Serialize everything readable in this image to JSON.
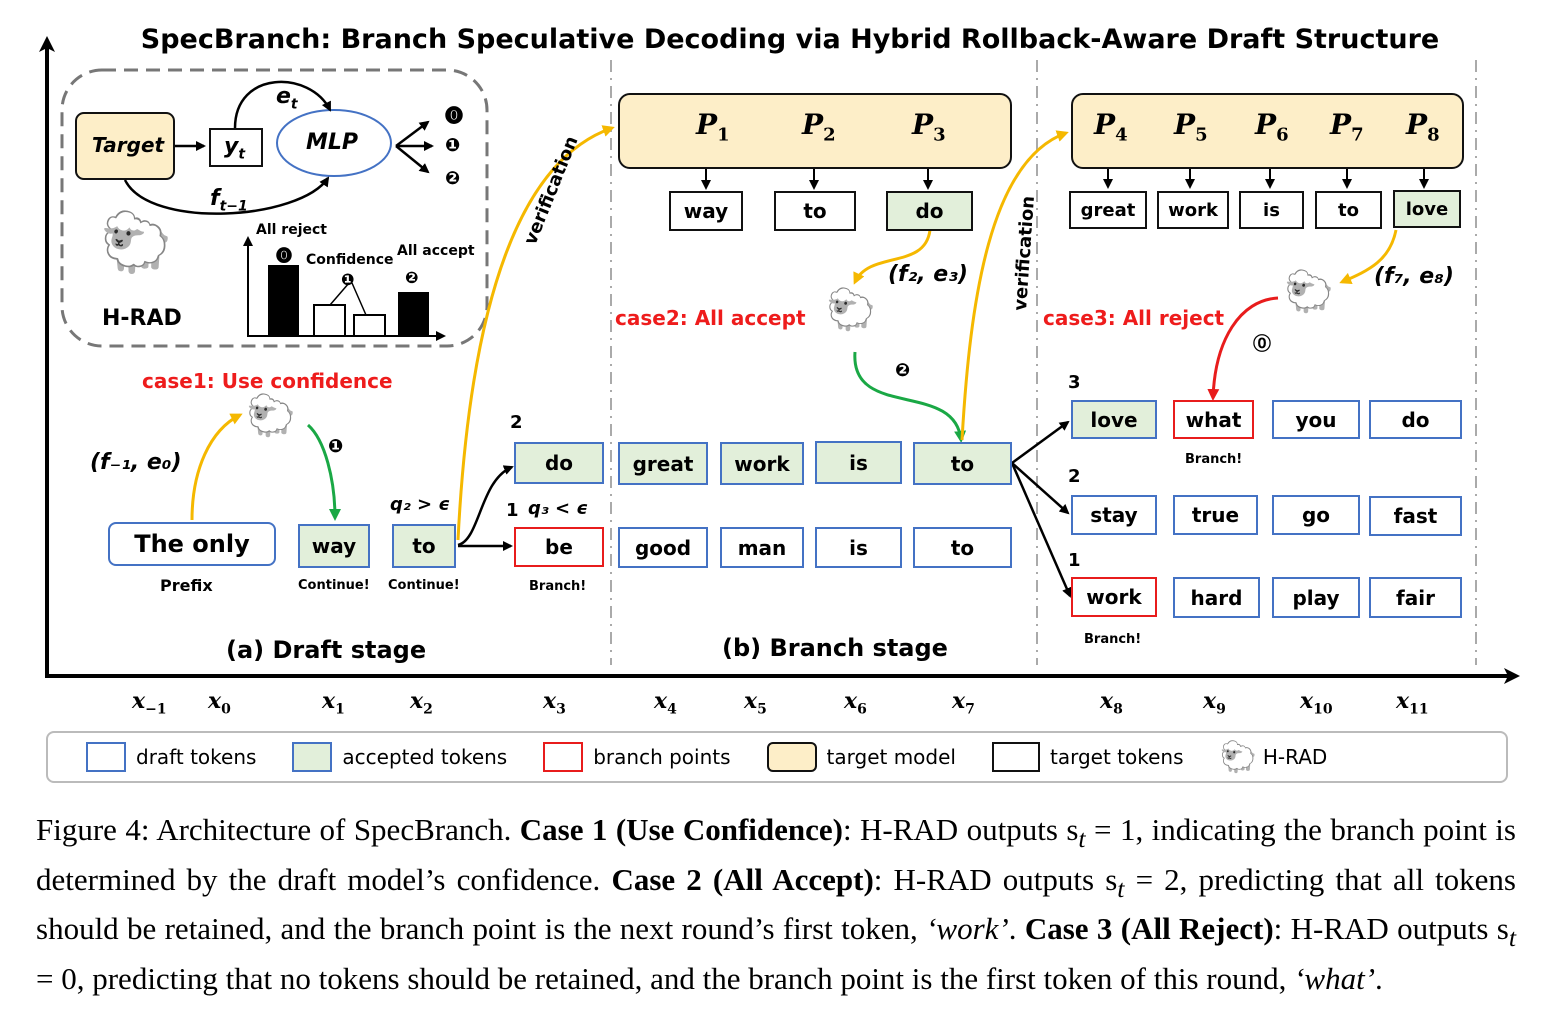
{
  "title": "SpecBranch: Branch Speculative Decoding via Hybrid Rollback-Aware Draft Structure",
  "hrad_module": {
    "target_label": "Target",
    "yt_label": "y",
    "yt_sub": "t",
    "mlp_label": "MLP",
    "et_label": "e",
    "et_sub": "t",
    "ft_label": "f",
    "ft_sub": "t−1",
    "outputs": [
      "⓿",
      "❶",
      "❷"
    ],
    "name": "H-RAD",
    "bar_labels": {
      "all_reject": "All reject",
      "confidence": "Confidence",
      "all_accept": "All accept"
    },
    "bar_markers": [
      "⓿",
      "❶",
      "❷"
    ]
  },
  "draft_stage": {
    "case_label": "case1: Use confidence",
    "input_label": "(f₋₁, e₀)",
    "marker": "❶",
    "prefix": {
      "text": "The only",
      "caption": "Prefix"
    },
    "tokens": [
      {
        "text": "way",
        "caption": "Continue!"
      },
      {
        "text": "to",
        "caption": "Continue!",
        "condition": "q₂ > ϵ"
      }
    ],
    "branches": [
      {
        "rank": "2",
        "text": "do"
      },
      {
        "rank": "1",
        "text": "be",
        "condition": "q₃ < ϵ",
        "caption": "Branch!"
      }
    ],
    "verification_label": "verification",
    "stage_label": "(a) Draft stage"
  },
  "branch_stage": {
    "target_probs": [
      {
        "p": "P",
        "sub": "1"
      },
      {
        "p": "P",
        "sub": "2"
      },
      {
        "p": "P",
        "sub": "3"
      }
    ],
    "target_tokens": [
      "way",
      "to",
      "do"
    ],
    "input_label": "(f₂, e₃)",
    "case_label": "case2: All accept",
    "marker": "❷",
    "row_accepted": [
      "great",
      "work",
      "is",
      "to"
    ],
    "row_draft": [
      "good",
      "man",
      "is",
      "to"
    ],
    "verification_label": "verification",
    "stage_label": "(b) Branch stage"
  },
  "reject_stage": {
    "target_probs": [
      {
        "p": "P",
        "sub": "4"
      },
      {
        "p": "P",
        "sub": "5"
      },
      {
        "p": "P",
        "sub": "6"
      },
      {
        "p": "P",
        "sub": "7"
      },
      {
        "p": "P",
        "sub": "8"
      }
    ],
    "target_tokens": [
      "great",
      "work",
      "is",
      "to",
      "love"
    ],
    "input_label": "(f₇, e₈)",
    "case_label": "case3: All reject",
    "marker": "⓪",
    "rows": [
      {
        "rank": "3",
        "tokens": [
          "love",
          "what",
          "you",
          "do"
        ],
        "caption": "Branch!"
      },
      {
        "rank": "2",
        "tokens": [
          "stay",
          "true",
          "go",
          "fast"
        ]
      },
      {
        "rank": "1",
        "tokens": [
          "work",
          "hard",
          "play",
          "fair"
        ],
        "caption": "Branch!"
      }
    ]
  },
  "x_axis": [
    {
      "x": "x",
      "sub": "−1"
    },
    {
      "x": "x",
      "sub": "0"
    },
    {
      "x": "x",
      "sub": "1"
    },
    {
      "x": "x",
      "sub": "2"
    },
    {
      "x": "x",
      "sub": "3"
    },
    {
      "x": "x",
      "sub": "4"
    },
    {
      "x": "x",
      "sub": "5"
    },
    {
      "x": "x",
      "sub": "6"
    },
    {
      "x": "x",
      "sub": "7"
    },
    {
      "x": "x",
      "sub": "8"
    },
    {
      "x": "x",
      "sub": "9"
    },
    {
      "x": "x",
      "sub": "10"
    },
    {
      "x": "x",
      "sub": "11"
    }
  ],
  "legend": [
    {
      "label": "draft tokens",
      "style": "draft"
    },
    {
      "label": "accepted tokens",
      "style": "accepted"
    },
    {
      "label": "branch points",
      "style": "branch"
    },
    {
      "label": "target model",
      "style": "target-model"
    },
    {
      "label": "target tokens",
      "style": "target"
    },
    {
      "label": "H-RAD",
      "style": "hrad"
    }
  ],
  "colors": {
    "draft_border": "#4472c4",
    "accepted_fill": "#e2efda",
    "branch_border": "#e81c1c",
    "target_model_fill": "#fdeec8",
    "verification_arrow": "#f5b800",
    "continue_arrow": "#1aa845",
    "reject_arrow": "#e81c1c",
    "case_text": "#ee1c1c"
  },
  "caption": {
    "prefix": "Figure 4: Architecture of SpecBranch. ",
    "case1_bold": "Case 1 (Use Confidence)",
    "case1_text": ": H-RAD outputs s",
    "case1_eq": " = 1, indicating the branch point is determined by the draft model’s confidence. ",
    "case2_bold": "Case 2 (All Accept)",
    "case2_text": ": H-RAD outputs s",
    "case2_eq": " = 2, predicting that all tokens should be retained, and the branch point is the next round’s first token, ",
    "case2_word": "‘work’",
    "case2_end": ". ",
    "case3_bold": "Case 3 (All Reject)",
    "case3_text": ": H-RAD outputs s",
    "case3_eq": " = 0, predicting that no tokens should be retained, and the branch point is the first token of this round, ",
    "case3_word": "‘what’",
    "case3_end": ".",
    "sub_t": "t"
  }
}
